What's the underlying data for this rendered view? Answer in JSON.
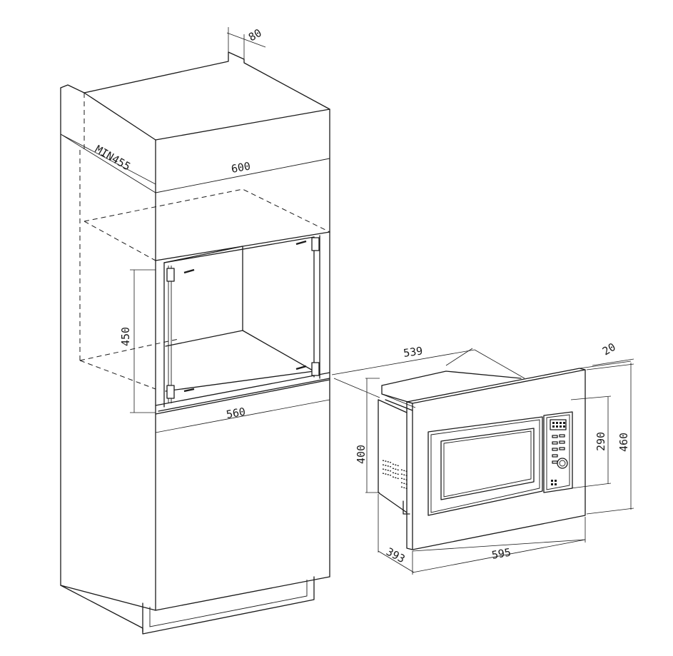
{
  "dimensions": {
    "depth_top": "80",
    "min_depth": "MIN455",
    "cabinet_width": "600",
    "niche_height": "450",
    "niche_width": "560",
    "oven_depth": "539",
    "frame_depth": "20",
    "oven_height": "400",
    "inner_height": "290",
    "frame_height": "460",
    "oven_base_depth": "393",
    "frame_width": "595"
  }
}
